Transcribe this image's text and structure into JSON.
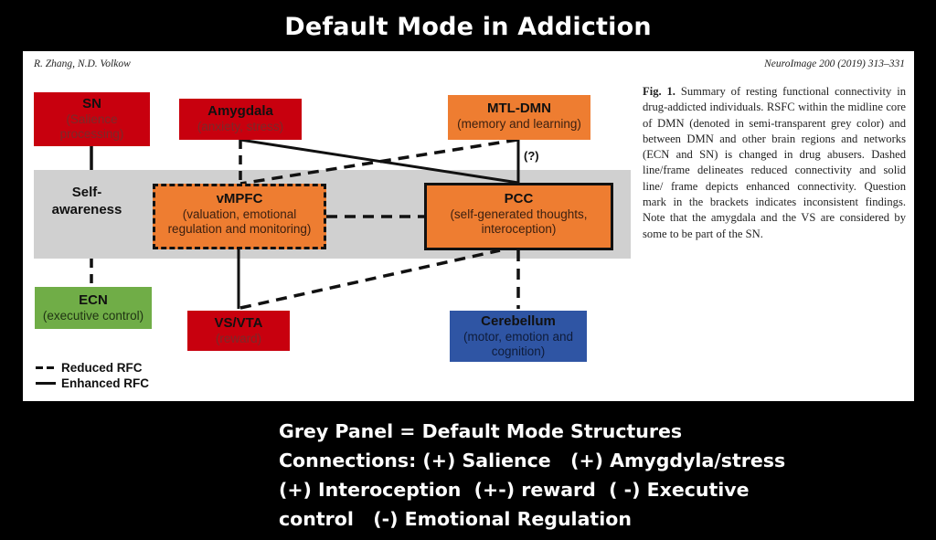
{
  "slide": {
    "title": "Default Mode in Addiction"
  },
  "figure": {
    "header_left": "R. Zhang, N.D. Volkow",
    "header_right": "NeuroImage 200 (2019) 313–331",
    "grey_band_label": "Self-awareness",
    "grey_band_label_line1": "Self-",
    "grey_band_label_line2": "awareness",
    "nodes": {
      "sn": {
        "title": "SN",
        "subtitle_line1": "(Salience",
        "subtitle_line2": "processing)",
        "color": "#c8000e"
      },
      "amygdala": {
        "title": "Amygdala",
        "subtitle": "(anxiety, stress)",
        "color": "#c8000e"
      },
      "mtl_dmn": {
        "title": "MTL-DMN",
        "subtitle": "(memory and learning)",
        "color": "#ee7d31"
      },
      "vmpfc": {
        "title": "vMPFC",
        "subtitle_line1": "(valuation, emotional",
        "subtitle_line2": "regulation and monitoring)",
        "color": "#ee7d31",
        "frame": "dashed"
      },
      "pcc": {
        "title": "PCC",
        "subtitle_line1": "(self-generated thoughts,",
        "subtitle_line2": "interoception)",
        "color": "#ee7d31",
        "frame": "solid"
      },
      "ecn": {
        "title": "ECN",
        "subtitle": "(executive control)",
        "color": "#70ad47"
      },
      "vs_vta": {
        "title": "VS/VTA",
        "subtitle": "(reward)",
        "color": "#c8000e"
      },
      "cerebellum": {
        "title": "Cerebellum",
        "subtitle_line1": "(motor, emotion and",
        "subtitle_line2": "cognition)",
        "color": "#2f55a4"
      }
    },
    "connections": [
      {
        "from": "SN",
        "to": "Self-awareness",
        "type": "enhanced"
      },
      {
        "from": "Self-awareness",
        "to": "ECN",
        "type": "reduced"
      },
      {
        "from": "Amygdala",
        "to": "vMPFC",
        "type": "reduced"
      },
      {
        "from": "Amygdala",
        "to": "PCC",
        "type": "enhanced"
      },
      {
        "from": "MTL-DMN",
        "to": "vMPFC",
        "type": "reduced"
      },
      {
        "from": "MTL-DMN",
        "to": "PCC",
        "type": "enhanced",
        "note": "(?)"
      },
      {
        "from": "vMPFC",
        "to": "PCC",
        "type": "reduced"
      },
      {
        "from": "vMPFC",
        "to": "VS/VTA",
        "type": "enhanced"
      },
      {
        "from": "VS/VTA",
        "to": "PCC",
        "type": "reduced"
      },
      {
        "from": "PCC",
        "to": "Cerebellum",
        "type": "reduced"
      }
    ],
    "question_mark": "(?)",
    "legend": {
      "reduced": "Reduced RFC",
      "enhanced": "Enhanced RFC"
    },
    "caption": {
      "label": "Fig. 1.",
      "text": "Summary of resting functional connectivity in drug-addicted individuals. RSFC within the midline core of DMN (denoted in semi-transparent grey color) and between DMN and other brain regions and networks (ECN and SN) is changed in drug abusers. Dashed line/frame delineates reduced connectivity and solid line/ frame depicts enhanced connectivity. Question mark in the brackets indicates inconsistent findings. Note that the amygdala and the VS are considered by some to be part of the SN."
    }
  },
  "notes": {
    "line1": "Grey Panel = Default Mode Structures",
    "line2": "Connections: (+) Salience   (+) Amygdyla/stress",
    "line3": "(+) Interoception  (+-) reward  ( -) Executive",
    "line4": "control   (-) Emotional Regulation"
  }
}
